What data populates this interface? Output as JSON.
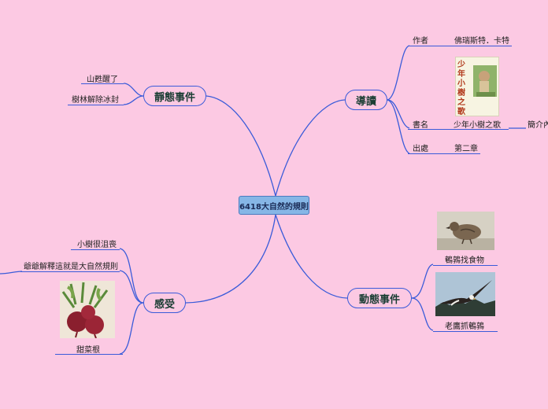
{
  "colors": {
    "background": "#fcc9e3",
    "line": "#3a5bd9",
    "central_fill": "#86b6e6"
  },
  "central": "6418大自然的規則",
  "branches": {
    "intro": {
      "title": "導讀",
      "author_label": "作者",
      "author_value": "佛瑞斯特．卡特",
      "book_label": "書名",
      "book_value": "少年小樹之歌",
      "book_extra": "簡介內",
      "source_label": "出處",
      "source_value": "第二章",
      "book_cover_title": "少年小樹之歌",
      "book_cover_icon": "book-cover-image"
    },
    "static": {
      "title": "靜態事件",
      "items": [
        "山甦醒了",
        "樹林解除冰封"
      ]
    },
    "dynamic": {
      "title": "動態事件",
      "items": [
        {
          "label": "鵪鶉找食物",
          "icon": "quail-photo"
        },
        {
          "label": "老鷹抓鵪鶉",
          "icon": "eagle-photo"
        }
      ]
    },
    "feeling": {
      "title": "感受",
      "items": [
        "小樹很沮喪",
        "爺爺解釋這就是大自然規則",
        "甜菜根"
      ],
      "beet_icon": "beetroot-photo"
    }
  }
}
